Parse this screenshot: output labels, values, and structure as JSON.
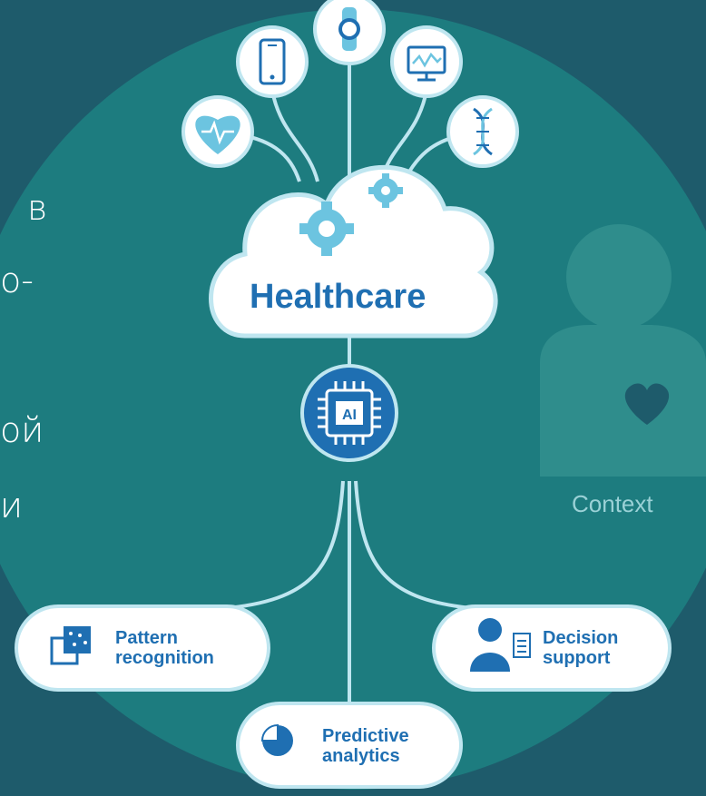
{
  "left_text": [
    "в",
    "о-",
    "ой",
    "и"
  ],
  "hub": {
    "title": "Healthcare",
    "chip_label": "AI"
  },
  "person": {
    "label": "Context"
  },
  "outputs": {
    "pattern": {
      "line1": "Pattern",
      "line2": "recognition"
    },
    "decision": {
      "line1": "Decision",
      "line2": "support"
    },
    "predictive": {
      "line1": "Predictive",
      "line2": "analytics"
    }
  },
  "device_icons": [
    "heart-monitor-icon",
    "smartphone-icon",
    "smartwatch-icon",
    "monitor-graph-icon",
    "dna-icon"
  ],
  "colors": {
    "background": "#1e5b6b",
    "circle": "#1d7c7f",
    "accent": "#1f6fb2",
    "light": "#6cc4e0",
    "line": "#bfe6f0"
  }
}
